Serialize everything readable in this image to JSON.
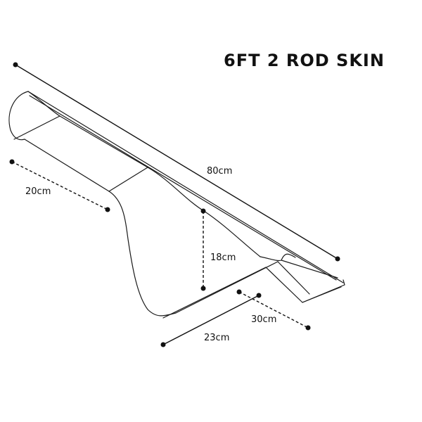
{
  "title": "6FT 2 ROD SKIN",
  "dimensions": {
    "length": "80cm",
    "butt_width": "20cm",
    "drop_height": "18cm",
    "base_width": "23cm",
    "tip_width": "30cm"
  },
  "colors": {
    "ink": "#111111",
    "background": "#ffffff"
  }
}
